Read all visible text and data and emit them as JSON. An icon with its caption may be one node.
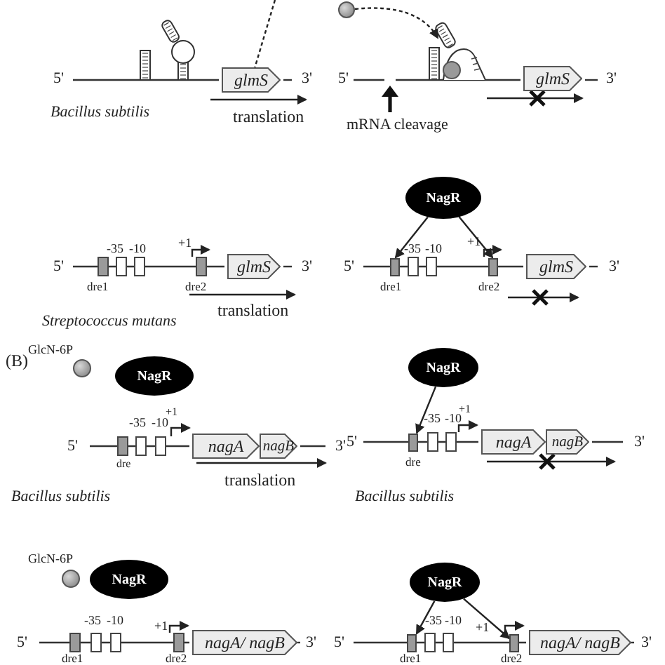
{
  "diagram": {
    "nodes": [
      {
        "text": [
          "glmS"
        ]
      },
      {
        "text": [],
        "shape": "circle"
      },
      {
        "text": [
          "glmS"
        ]
      },
      {
        "text": [
          "glmS"
        ]
      },
      {
        "text": [
          "NagR"
        ]
      },
      {
        "text": [],
        "shape": "box",
        "beside": [
          "dre1"
        ]
      },
      {
        "text": [],
        "shape": "box",
        "beside": [
          "dre2"
        ]
      },
      {
        "text": [
          "glmS"
        ]
      },
      {
        "text": [],
        "shape": "circle",
        "beside": [
          "GlcN-6P"
        ]
      },
      {
        "text": [
          "NagR"
        ]
      },
      {
        "text": [
          "nagA"
        ]
      },
      {
        "text": [
          "nagB"
        ]
      },
      {
        "text": [
          "NagR"
        ]
      },
      {
        "text": [],
        "shape": "box",
        "beside": [
          "dre"
        ]
      },
      {
        "text": [
          "nagA"
        ]
      },
      {
        "text": [
          "nagB"
        ]
      },
      {
        "text": [],
        "shape": "circle",
        "beside": [
          "GlcN-6P"
        ]
      },
      {
        "text": [
          "NagR"
        ]
      },
      {
        "text": [
          "nagA/ nagB"
        ]
      },
      {
        "text": [
          "NagR"
        ]
      },
      {
        "text": [],
        "shape": "box",
        "beside": [
          "dre1"
        ]
      },
      {
        "text": [],
        "shape": "box",
        "beside": [
          "dre2"
        ]
      },
      {
        "text": [
          "nagA/ nagB"
        ]
      }
    ],
    "edges": [
      {
        "from": null,
        "to": 0,
        "arrow": "none",
        "style": "dashed"
      },
      {
        "from": 1,
        "to": null,
        "arrow": "to",
        "style": "dashed"
      },
      {
        "from": 4,
        "to": 5,
        "arrow": "to"
      },
      {
        "from": 4,
        "to": 6,
        "arrow": "to"
      },
      {
        "from": 12,
        "to": 13,
        "arrow": "to"
      },
      {
        "from": 19,
        "to": 20,
        "arrow": "to"
      },
      {
        "from": 19,
        "to": 21,
        "arrow": "to"
      }
    ],
    "labels": [
      "5'",
      "3'",
      "Bacillus subtilis",
      "translation",
      "5'",
      "3'",
      "mRNA cleavage",
      "-35",
      "-10",
      "+1",
      "5'",
      "3'",
      "dre1",
      "dre2",
      "translation",
      "Streptococcus mutans",
      "-35",
      "-10",
      "+1",
      "5'",
      "3'",
      "(B)",
      "-35",
      "-10",
      "+1",
      "5'",
      "3'",
      "dre",
      "translation",
      "Bacillus subtilis",
      "-35",
      "-10",
      "+1",
      "5'",
      "3'",
      "Bacillus subtilis",
      "-35",
      "-10",
      "+1",
      "5'",
      "3'",
      "dre1",
      "dre2",
      "-35",
      "-10",
      "+1",
      "5'",
      "3'"
    ]
  }
}
